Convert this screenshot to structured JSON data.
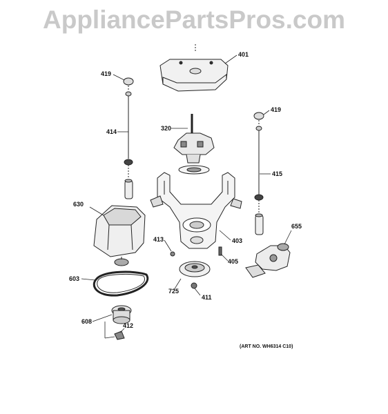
{
  "watermark": "AppliancePartsPros.com",
  "art_number": "(ART NO. WH6314 C10)",
  "callouts": {
    "p401": "401",
    "p419a": "419",
    "p419b": "419",
    "p414": "414",
    "p320": "320",
    "p415": "415",
    "p630": "630",
    "p413": "413",
    "p403": "403",
    "p655": "655",
    "p405": "405",
    "p603": "603",
    "p725": "725",
    "p411": "411",
    "p608": "608",
    "p412": "412"
  }
}
